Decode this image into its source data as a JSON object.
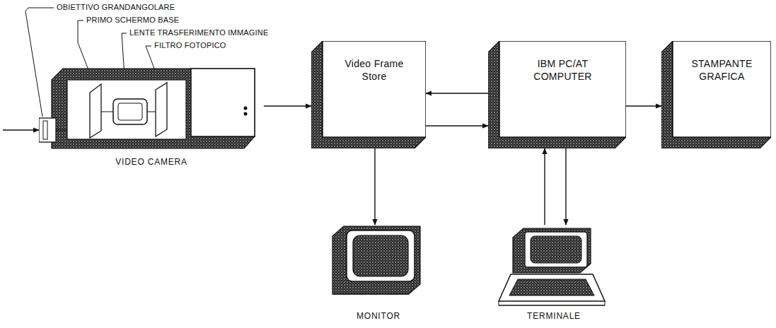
{
  "diagram": {
    "nodes": [
      {
        "text": [
          "VIDEO CAMERA"
        ]
      },
      {
        "text": [
          "Video Frame Store"
        ]
      },
      {
        "text": [
          "IBM PC/AT COMPUTER"
        ]
      },
      {
        "text": [
          "STAMPANTE GRAFICA"
        ]
      },
      {
        "text": [
          "MONITOR"
        ]
      },
      {
        "text": [
          "TERMINALE"
        ]
      }
    ],
    "edges": [
      {
        "from": 0,
        "to": 1,
        "arrow": "to"
      },
      {
        "from": 2,
        "to": 1,
        "arrow": "to"
      },
      {
        "from": 1,
        "to": 2,
        "arrow": "to"
      },
      {
        "from": 2,
        "to": 3,
        "arrow": "to"
      },
      {
        "from": 1,
        "to": 4,
        "arrow": "to"
      },
      {
        "from": 5,
        "to": 2,
        "arrow": "to"
      },
      {
        "from": 2,
        "to": 5,
        "arrow": "to"
      }
    ],
    "labels": [
      "OBIETTIVO GRANDANGOLARE",
      "PRIMO SCHERMO BASE",
      "LENTE TRASFERIMENTO IMMAGINE",
      "FILTRO FOTOPICO"
    ]
  }
}
